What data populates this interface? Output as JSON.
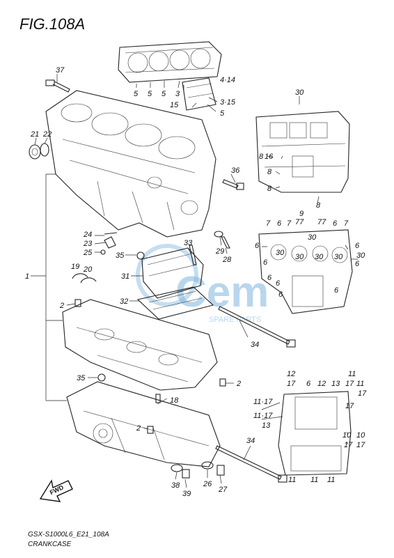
{
  "title": "FIG.108A",
  "footer": {
    "model_code": "GSX-S1000L6_E21_108A",
    "caption": "CRANKCASE"
  },
  "watermark": {
    "brand": "Cem",
    "subtitle": "SPARE PARTS"
  },
  "fwd_label": "FWD",
  "callouts": {
    "c37": "37",
    "c21": "21",
    "c22": "22",
    "c36": "36",
    "c24": "24",
    "c23": "23",
    "c25": "25",
    "c35a": "35",
    "c33": "33",
    "c29": "29",
    "c28": "28",
    "c31": "31",
    "c19": "19",
    "c20": "20",
    "c1": "1",
    "c2a": "2",
    "c32": "32",
    "c34a": "34",
    "c35b": "35",
    "c2b": "2",
    "c18": "18",
    "c2c": "2",
    "c34b": "34",
    "c38": "38",
    "c39": "39",
    "c26": "26",
    "c27": "27",
    "h5a": "5",
    "h5b": "5",
    "h5c": "5",
    "h3": "3",
    "h414": "4·14",
    "h15": "15",
    "h315": "3·15",
    "h5d": "5",
    "u30": "30",
    "u8a": "8",
    "u16": "16",
    "u8b": "8",
    "u8c": "8",
    "m9": "9",
    "m7a": "7",
    "m6a": "6",
    "m7b": "7",
    "m77a": "77",
    "m77b": "77",
    "m6b": "6",
    "m7c": "7",
    "m6c": "6",
    "m30a": "30",
    "m30b": "30",
    "m30c": "30",
    "m30d": "30",
    "m6d": "6",
    "m6e": "6",
    "m6f": "6",
    "m6g": "6",
    "m6h": "6",
    "m6i": "6",
    "m30e": "30",
    "m6j": "6",
    "l12a": "12",
    "l17a": "17",
    "l6": "6",
    "l12b": "12",
    "l13a": "13",
    "l11a": "11",
    "l17b": "17",
    "l1117a": "11·17",
    "l11b": "11",
    "l17c": "17",
    "l1117b": "11·17",
    "l13b": "13",
    "l17d": "17",
    "l10a": "10",
    "l10b": "10",
    "l17e": "17",
    "l11c": "11",
    "l11d": "11",
    "l11e": "11"
  }
}
